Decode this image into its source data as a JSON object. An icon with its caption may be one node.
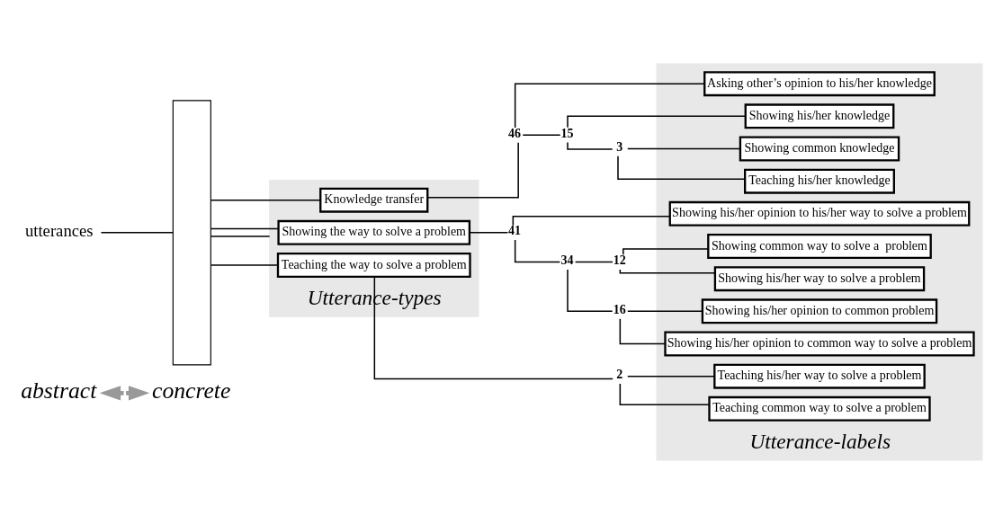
{
  "diagram": {
    "nodes": [
      {
        "text": [
          "abstract"
        ]
      },
      {
        "text": [
          "concrete"
        ]
      },
      {
        "text": [
          "utterances"
        ]
      },
      {
        "text": [],
        "shape": "box"
      },
      {
        "text": [
          "Utterance-types"
        ]
      },
      {
        "text": [
          "Knowledge transfer"
        ],
        "in": 4
      },
      {
        "text": [
          "Showing the way to solve a problem"
        ],
        "in": 4
      },
      {
        "text": [
          "Teaching the way to solve a problem"
        ],
        "in": 4
      },
      {
        "text": [
          "Utterance-labels"
        ]
      },
      {
        "text": [
          "Teaching his/her knowledge"
        ],
        "in": 8
      },
      {
        "text": [
          "Showing common knowledge"
        ],
        "in": 8
      },
      {
        "text": [
          "Showing his/her knowledge"
        ],
        "in": 8
      },
      {
        "text": [
          "Asking other’s opinion to his/her knowledge"
        ],
        "in": 8
      },
      {
        "text": [
          "Showing common way to solve a  problem"
        ],
        "in": 8
      },
      {
        "text": [
          "Showing his/her way to solve a problem"
        ],
        "in": 8
      },
      {
        "text": [
          "Showing his/her opinion to common problem"
        ],
        "in": 8
      },
      {
        "text": [
          "Showing his/her opinion to common way to solve a problem"
        ],
        "in": 8
      },
      {
        "text": [
          "Showing his/her opinion to his/her way to solve a problem"
        ],
        "in": 8
      },
      {
        "text": [
          "Teaching common way to solve a problem"
        ],
        "in": 8
      },
      {
        "text": [
          "Teaching his/her way to solve a problem"
        ],
        "in": 8
      },
      {
        "text": [
          "46"
        ]
      },
      {
        "text": [
          "15"
        ]
      },
      {
        "text": [
          "3"
        ]
      },
      {
        "text": [
          "41"
        ]
      },
      {
        "text": [
          "34"
        ]
      },
      {
        "text": [
          "12"
        ]
      },
      {
        "text": [
          "16"
        ]
      },
      {
        "text": [
          "2"
        ]
      }
    ],
    "edges": [
      {
        "from": 0,
        "to": 1,
        "arrow": "both",
        "style": "dashed",
        "color": "#999999"
      },
      {
        "from": 2,
        "to": 3,
        "arrow": "none"
      },
      {
        "from": 3,
        "to": 5,
        "arrow": "none"
      },
      {
        "from": 3,
        "to": 4,
        "arrow": "none"
      },
      {
        "from": 3,
        "to": 6,
        "arrow": "none"
      },
      {
        "from": 3,
        "to": 7,
        "arrow": "none"
      },
      {
        "from": 5,
        "to": 20,
        "arrow": "none"
      },
      {
        "from": 20,
        "to": 21,
        "arrow": "none"
      },
      {
        "from": 20,
        "to": 12,
        "arrow": "none"
      },
      {
        "from": 21,
        "to": 22,
        "arrow": "none"
      },
      {
        "from": 21,
        "to": 11,
        "arrow": "none"
      },
      {
        "from": 22,
        "to": 9,
        "arrow": "none"
      },
      {
        "from": 22,
        "to": 10,
        "arrow": "none"
      },
      {
        "from": 6,
        "to": 23,
        "arrow": "none"
      },
      {
        "from": 23,
        "to": 24,
        "arrow": "none"
      },
      {
        "from": 23,
        "to": 17,
        "arrow": "none"
      },
      {
        "from": 24,
        "to": 25,
        "arrow": "none"
      },
      {
        "from": 24,
        "to": 26,
        "arrow": "none"
      },
      {
        "from": 25,
        "to": 13,
        "arrow": "none"
      },
      {
        "from": 25,
        "to": 14,
        "arrow": "none"
      },
      {
        "from": 26,
        "to": 15,
        "arrow": "none"
      },
      {
        "from": 26,
        "to": 16,
        "arrow": "none"
      },
      {
        "from": 7,
        "to": 27,
        "arrow": "none"
      },
      {
        "from": 27,
        "to": 18,
        "arrow": "none"
      },
      {
        "from": 27,
        "to": 19,
        "arrow": "none"
      }
    ]
  }
}
